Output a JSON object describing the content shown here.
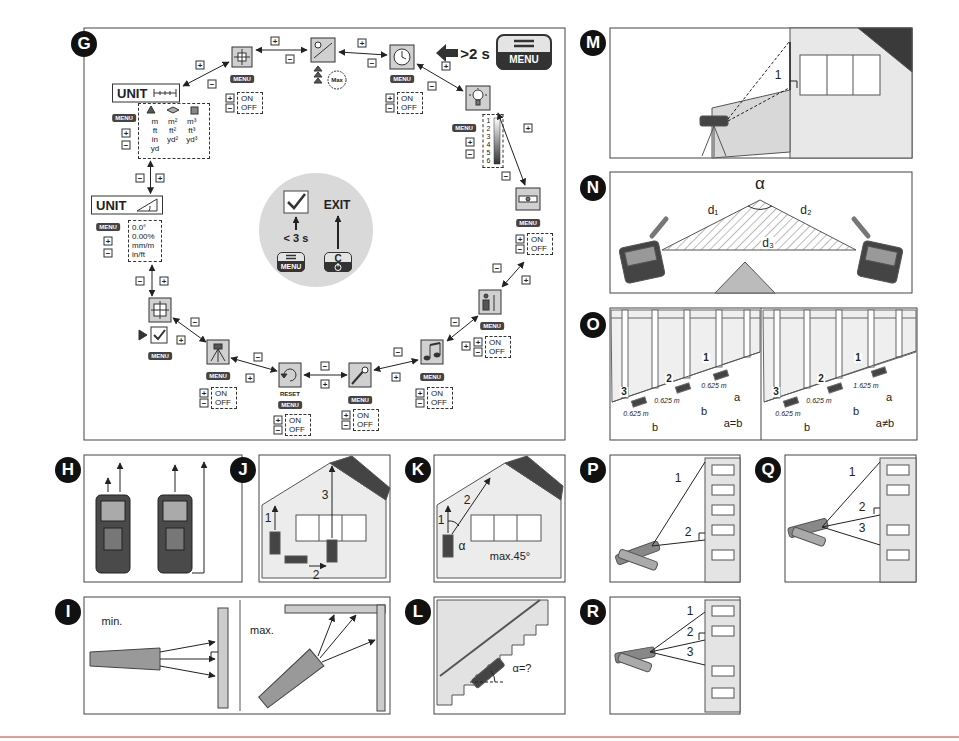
{
  "diagram": {
    "nodes": [
      {
        "text": [
          "G"
        ]
      },
      {
        "text": [
          "MENU"
        ]
      },
      {
        "text": [
          "UNIT"
        ]
      },
      {
        "text": [
          "m ft in yd",
          "m² ft² yd²",
          "m³ ft³ yd³"
        ]
      },
      {
        "text": [
          "ON",
          "OFF"
        ]
      },
      {
        "text": [
          "ON",
          "OFF"
        ]
      },
      {
        "text": [
          "1 2 3 4 5 6"
        ]
      },
      {
        "text": [
          "ON",
          "OFF"
        ]
      },
      {
        "text": [
          "ON",
          "OFF"
        ]
      },
      {
        "text": [
          "ON",
          "OFF"
        ]
      },
      {
        "text": [
          "ON",
          "OFF"
        ]
      },
      {
        "text": [
          "ON",
          "OFF"
        ]
      },
      {
        "text": [
          "ON",
          "OFF"
        ]
      },
      {
        "text": [
          "UNIT"
        ]
      },
      {
        "text": [
          "0.0° 0.00% mm/m in/ft"
        ]
      },
      {
        "text": [
          "EXIT",
          "< 3 s"
        ]
      },
      {
        "text": [
          "MENU"
        ],
        "in": 15
      },
      {
        "text": [
          "C"
        ],
        "in": 15
      },
      {
        "text": [
          "M"
        ]
      },
      {
        "text": [
          "N"
        ]
      },
      {
        "text": [
          "O"
        ]
      },
      {
        "text": [
          "H"
        ]
      },
      {
        "text": [
          "J"
        ]
      },
      {
        "text": [
          "K"
        ]
      },
      {
        "text": [
          "P"
        ]
      },
      {
        "text": [
          "Q"
        ]
      },
      {
        "text": [
          "I"
        ]
      },
      {
        "text": [
          "L"
        ]
      },
      {
        "text": [
          "R"
        ]
      }
    ],
    "edges": [
      {
        "from": 3,
        "to": 13,
        "arrow": "both"
      }
    ],
    "labels": [
      ">2 s",
      "+",
      "−",
      "MENU",
      "+",
      "−",
      "−",
      "+",
      "Max",
      "−",
      "+",
      "MENU",
      "+",
      "−",
      "+",
      "−",
      "MENU",
      "+",
      "−",
      "+",
      "−",
      "MENU",
      "+",
      "−",
      "+",
      "−",
      "MENU",
      "+",
      "−",
      "−",
      "+",
      "MENU",
      "+",
      "−",
      "−",
      "+",
      "MENU",
      "+",
      "−",
      "−",
      "+",
      "RESET",
      "MENU",
      "+",
      "−",
      "−",
      "+",
      "MENU",
      "+",
      "−",
      "−",
      "+",
      "MENU",
      "−",
      "+",
      "MENU",
      "+",
      "−",
      "−",
      "+",
      "MENU",
      "+",
      "−",
      "1",
      "α",
      "d₁",
      "d₂",
      "d₃",
      "3",
      "2",
      "1",
      "0.625 m",
      "0.625 m",
      "0.625 m",
      "a",
      "b",
      "b",
      "a=b",
      "3",
      "2",
      "1",
      "0.625 m",
      "0.625 m",
      "1.625 m",
      "a",
      "b",
      "b",
      "a≠b",
      "1",
      "2",
      "3",
      "1",
      "2",
      "α",
      "max.45°",
      "1",
      "2",
      "1",
      "2",
      "3",
      "min.",
      "max.",
      "α=?",
      "1",
      "2",
      "3"
    ]
  }
}
